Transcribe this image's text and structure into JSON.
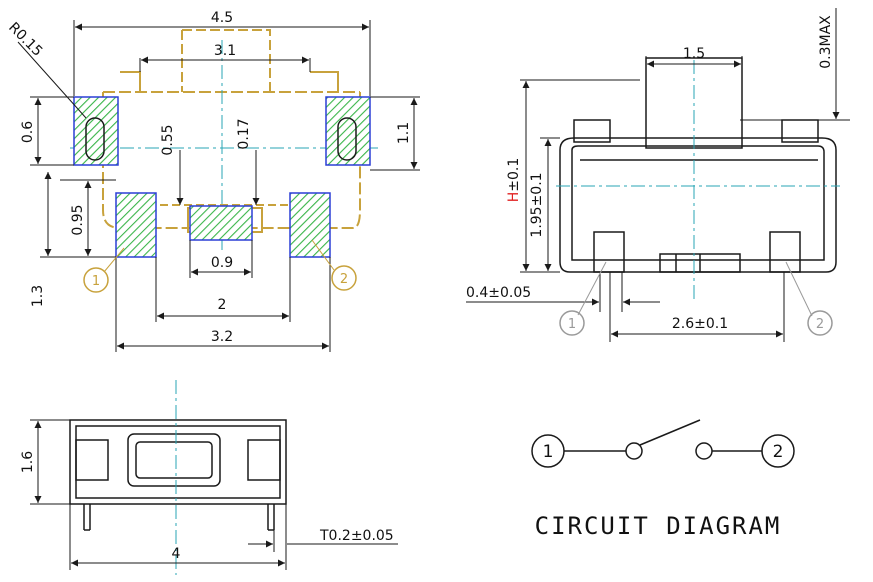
{
  "top_view": {
    "dims": {
      "width_total": "4.5",
      "radius": "R0.15",
      "width_actuator": "3.1",
      "pad_height": "0.6",
      "d055": "0.55",
      "d017": "0.17",
      "d11": "1.1",
      "d095": "0.95",
      "d13": "1.3",
      "d09": "0.9",
      "d2": "2",
      "d32": "3.2"
    },
    "markers": {
      "m1": "1",
      "m2": "2"
    }
  },
  "side_view": {
    "dims": {
      "top_width": "1.5",
      "max_height": "0.3MAX",
      "h_letter": "H",
      "h_tol": "±0.1",
      "body_height": "1.95±0.1",
      "lead_width": "0.4±0.05",
      "lead_pitch": "2.6±0.1"
    },
    "markers": {
      "m1": "1",
      "m2": "2"
    }
  },
  "bottom_view": {
    "dims": {
      "height": "1.6",
      "width": "4",
      "thickness": "T0.2±0.05"
    }
  },
  "circuit": {
    "node1": "1",
    "node2": "2",
    "caption": "CIRCUIT DIAGRAM"
  },
  "colors": {
    "line": "#1a1a1a",
    "pad_hatch": "#3ab54a",
    "pad_border": "#2b3fd6",
    "footprint": "#c8a23c",
    "centerline": "#2aa6b4",
    "h_red": "#e02020",
    "marker_gray": "#9a9a9a"
  }
}
